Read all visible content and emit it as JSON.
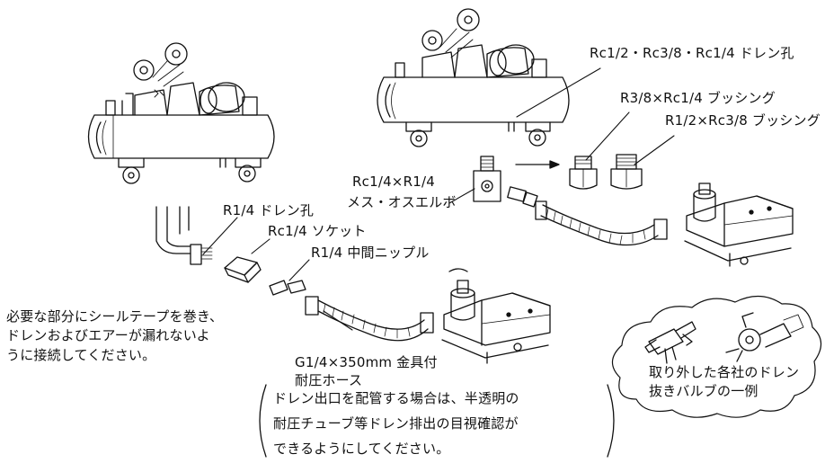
{
  "labels": {
    "drain_hole_compressor": "Rc1/2・Rc3/8・Rc1/4 ドレン孔",
    "bushing_r38": "R3/8×Rc1/4 ブッシング",
    "bushing_r12": "R1/2×Rc3/8 ブッシング",
    "elbow_size": "Rc1/4×R1/4",
    "elbow_name": "メス・オスエルボ",
    "drain_hole_r14": "R1/4 ドレン孔",
    "socket": "Rc1/4 ソケット",
    "nipple": "R1/4 中間ニップル",
    "hose_size": "G1/4×350mm 金具付",
    "hose_name": "耐圧ホース",
    "valve_caption_1": "取り外した各社のドレン",
    "valve_caption_2": "抜きバルブの一例"
  },
  "instructions": [
    "必要な部分にシールテープを巻き、",
    "ドレンおよびエアーが漏れないよ",
    "うに接続してください。"
  ],
  "note": [
    "ドレン出口を配管する場合は、半透明の",
    "耐圧チューブ等ドレン排出の目視確認が",
    "できるようにしてください。"
  ]
}
